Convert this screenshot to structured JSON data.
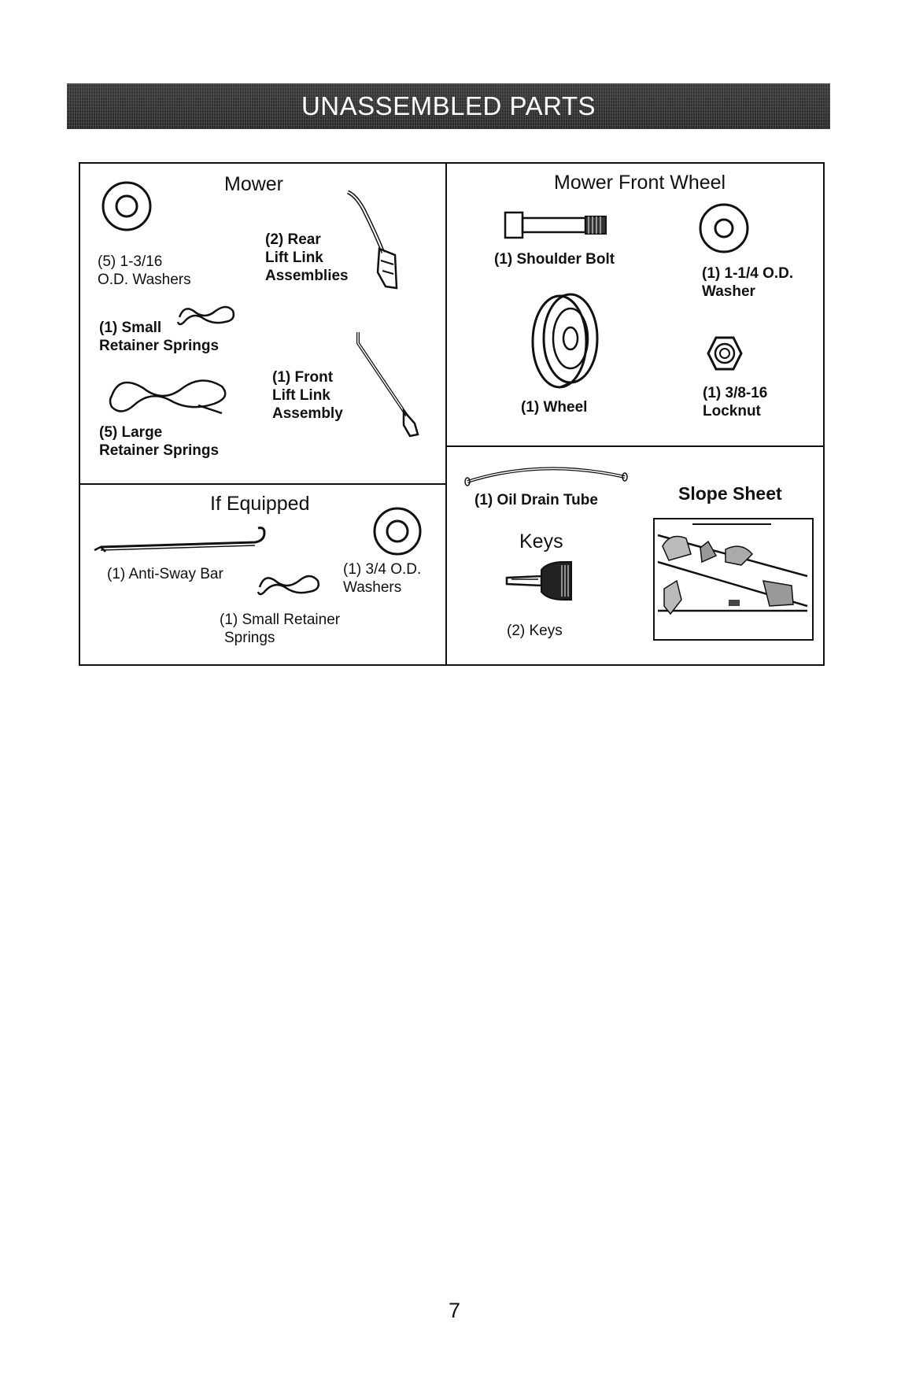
{
  "banner": {
    "title": "UNASSEMBLED PARTS"
  },
  "panels": {
    "mower": {
      "title": "Mower",
      "items": {
        "washers": {
          "line1": "(5) 1-3/16",
          "line2": "O.D. Washers"
        },
        "rear_lift_link": {
          "line1": "(2) Rear",
          "line2": "Lift Link",
          "line3": "Assemblies"
        },
        "small_springs": {
          "line1": "(1) Small",
          "line2": "Retainer Springs"
        },
        "front_lift_link": {
          "line1": "(1) Front",
          "line2": "Lift Link",
          "line3": "Assembly"
        },
        "large_springs": {
          "line1": "(5) Large",
          "line2": "Retainer Springs"
        }
      }
    },
    "front_wheel": {
      "title": "Mower Front Wheel",
      "items": {
        "shoulder_bolt": {
          "line1": "(1) Shoulder Bolt"
        },
        "washer": {
          "line1": "(1) 1-1/4 O.D.",
          "line2": "Washer"
        },
        "wheel": {
          "line1": "(1) Wheel"
        },
        "locknut": {
          "line1": "(1) 3/8-16",
          "line2": "Locknut"
        }
      }
    },
    "if_equipped": {
      "title": "If Equipped",
      "items": {
        "anti_sway": {
          "line1": "(1) Anti-Sway Bar"
        },
        "washers": {
          "line1": "(1) 3/4 O.D.",
          "line2": "Washers"
        },
        "small_spring": {
          "line1": "(1) Small Retainer",
          "line2": "Springs"
        }
      }
    },
    "misc": {
      "oil_drain": {
        "line1": "(1) Oil Drain Tube"
      },
      "keys_title": "Keys",
      "keys": {
        "line1": "(2) Keys"
      },
      "slope_title": "Slope Sheet"
    }
  },
  "page_number": "7"
}
